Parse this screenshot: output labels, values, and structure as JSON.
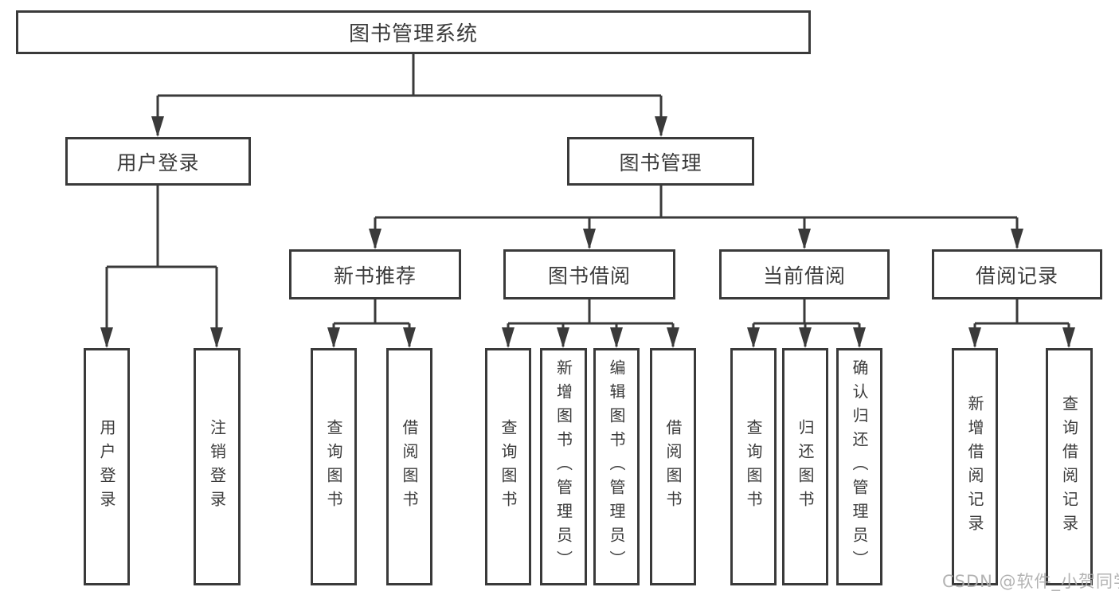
{
  "diagram": {
    "tree": {
      "label": "图书管理系统",
      "children": [
        {
          "label": "用户登录",
          "children": [
            {
              "label": "用户登录"
            },
            {
              "label": "注销登录"
            }
          ]
        },
        {
          "label": "图书管理",
          "children": [
            {
              "label": "新书推荐",
              "children": [
                {
                  "label": "查询图书"
                },
                {
                  "label": "借阅图书"
                }
              ]
            },
            {
              "label": "图书借阅",
              "children": [
                {
                  "label": "查询图书"
                },
                {
                  "label": "新增图书（管理员）"
                },
                {
                  "label": "编辑图书（管理员）"
                },
                {
                  "label": "借阅图书"
                }
              ]
            },
            {
              "label": "当前借阅",
              "children": [
                {
                  "label": "查询图书"
                },
                {
                  "label": "归还图书"
                },
                {
                  "label": "确认归还（管理员）"
                }
              ]
            },
            {
              "label": "借阅记录",
              "children": [
                {
                  "label": "新增借阅记录"
                },
                {
                  "label": "查询借阅记录"
                }
              ]
            }
          ]
        }
      ]
    }
  },
  "watermark": "CSDN @软件_小贺同学",
  "colors": {
    "line": "#3a3a3a",
    "text": "#3b3b3b",
    "watermark": "#acacac",
    "background": "#ffffff"
  }
}
